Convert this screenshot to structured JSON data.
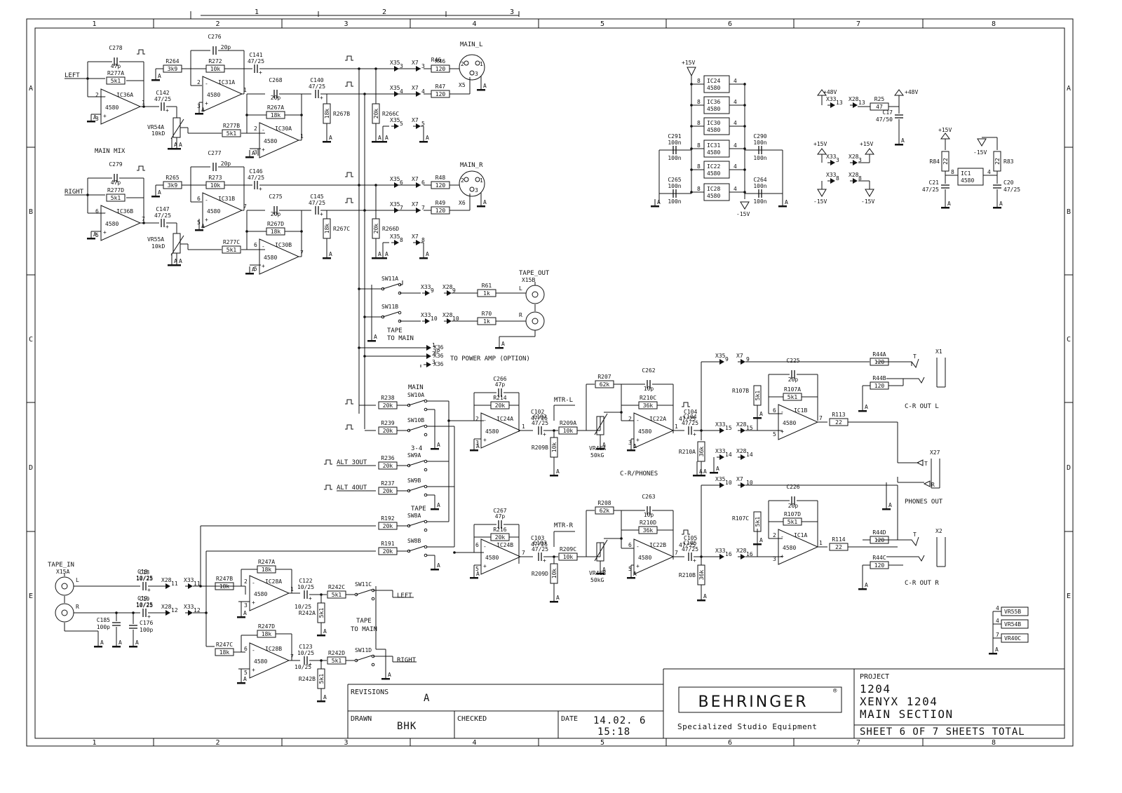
{
  "grid": {
    "columns": [
      "1",
      "2",
      "3",
      "4",
      "5",
      "6",
      "7",
      "8"
    ],
    "rows": [
      "A",
      "B",
      "C",
      "D",
      "E"
    ],
    "top_tabs": [
      "1",
      "2",
      "3"
    ]
  },
  "section_labels": {
    "main_mix": "MAIN MIX",
    "cr_phones": "C-R/PHONES",
    "tape_to_main_top": "TAPE\nTO MAIN",
    "tape_to_main_bottom": "TAPE\nTO MAIN",
    "power_amp": "TO POWER AMP (OPTION)",
    "phones_out": "PHONES OUT",
    "cr_out_l": "C-R OUT L",
    "cr_out_r": "C-R OUT R"
  },
  "nets": {
    "left": "LEFT",
    "right": "RIGHT",
    "main_l": "MAIN_L",
    "main_r": "MAIN_R",
    "tape_out": "TAPE_OUT",
    "tape_in": "TAPE_IN",
    "alt_3out": "ALT_3OUT",
    "alt_4out": "ALT_4OUT",
    "mtr_l": "MTR-L",
    "mtr_r": "MTR-R",
    "left_out": "LEFT",
    "right_out": "RIGHT",
    "sw_main": "MAIN",
    "sw_34": "3-4",
    "sw_tape": "TAPE"
  },
  "components": {
    "C278": [
      "C278",
      "47p"
    ],
    "R277A": [
      "R277A",
      "5k1"
    ],
    "IC36A": [
      "IC36A",
      "4580"
    ],
    "R264": [
      "R264",
      "3k9"
    ],
    "C276": [
      "C276",
      "20p"
    ],
    "R272": [
      "R272",
      "10k"
    ],
    "IC31A": [
      "IC31A",
      "4580"
    ],
    "C141": [
      "C141",
      "47/25"
    ],
    "C142": [
      "C142",
      "47/25"
    ],
    "VR54A": [
      "VR54A",
      "10kD"
    ],
    "R277B": [
      "R277B",
      "5k1"
    ],
    "C268": [
      "C268",
      "20p"
    ],
    "R267A": [
      "R267A",
      "18k"
    ],
    "IC30A": [
      "IC30A",
      "4580"
    ],
    "C140": [
      "C140",
      "47/25"
    ],
    "R267B": [
      "R267B",
      "18k"
    ],
    "R266C": [
      "R266C",
      "20k"
    ],
    "R46": [
      "R46",
      "120"
    ],
    "R47": [
      "R47",
      "120"
    ],
    "X5": [
      "X5",
      ""
    ],
    "C279": [
      "C279",
      "47p"
    ],
    "R277D": [
      "R277D",
      "5k1"
    ],
    "IC36B": [
      "IC36B",
      "4580"
    ],
    "R265": [
      "R265",
      "3k9"
    ],
    "C277": [
      "C277",
      "20p"
    ],
    "R273": [
      "R273",
      "10k"
    ],
    "IC31B": [
      "IC31B",
      "4580"
    ],
    "C146": [
      "C146",
      "47/25"
    ],
    "C147": [
      "C147",
      "47/25"
    ],
    "VR55A": [
      "VR55A",
      "10kD"
    ],
    "R277C": [
      "R277C",
      "5k1"
    ],
    "C275": [
      "C275",
      "20p"
    ],
    "R267D": [
      "R267D",
      "18k"
    ],
    "IC30B": [
      "IC30B",
      "4580"
    ],
    "C145": [
      "C145",
      "47/25"
    ],
    "R267C": [
      "R267C",
      "18k"
    ],
    "R266D": [
      "R266D",
      "20k"
    ],
    "R48": [
      "R48",
      "120"
    ],
    "R49": [
      "R49",
      "120"
    ],
    "X6": [
      "X6",
      ""
    ],
    "SW11A": [
      "SW11A",
      ""
    ],
    "SW11B": [
      "SW11B",
      ""
    ],
    "R61": [
      "R61",
      "1k"
    ],
    "R70": [
      "R70",
      "1k"
    ],
    "X15B": [
      "X15B",
      ""
    ],
    "R238": [
      "R238",
      "20k"
    ],
    "R239": [
      "R239",
      "20k"
    ],
    "SW10A": [
      "SW10A",
      ""
    ],
    "SW10B": [
      "SW10B",
      ""
    ],
    "R236": [
      "R236",
      "20k"
    ],
    "R237": [
      "R237",
      "20k"
    ],
    "SW9A": [
      "SW9A",
      ""
    ],
    "SW9B": [
      "SW9B",
      ""
    ],
    "R192": [
      "R192",
      "20k"
    ],
    "R191": [
      "R191",
      "20k"
    ],
    "SW8A": [
      "SW8A",
      ""
    ],
    "SW8B": [
      "SW8B",
      ""
    ],
    "C266": [
      "C266",
      "47p"
    ],
    "R214": [
      "R214",
      "20k"
    ],
    "IC24A": [
      "IC24A",
      "4580"
    ],
    "C102": [
      "C102",
      "47/25"
    ],
    "R209A": [
      "R209A",
      "10k"
    ],
    "R209B": [
      "R209B",
      "10k"
    ],
    "R207": [
      "R207",
      "62k"
    ],
    "VR40A": [
      "VR40A",
      "50kG"
    ],
    "C262": [
      "C262",
      "10p"
    ],
    "R210C": [
      "R210C",
      "36k"
    ],
    "IC22A": [
      "IC22A",
      "4580"
    ],
    "C104": [
      "C104",
      "47/25"
    ],
    "R210A": [
      "R210A",
      "36k"
    ],
    "C267": [
      "C267",
      "47p"
    ],
    "R216": [
      "R216",
      "20k"
    ],
    "IC24B": [
      "IC24B",
      "4580"
    ],
    "C103": [
      "C103",
      "47/25"
    ],
    "R209C": [
      "R209C",
      "10k"
    ],
    "R209D": [
      "R209D",
      "10k"
    ],
    "R208": [
      "R208",
      "62k"
    ],
    "VR40B": [
      "VR40B",
      "50kG"
    ],
    "C263": [
      "C263",
      "10p"
    ],
    "R210D": [
      "R210D",
      "36k"
    ],
    "IC22B": [
      "IC22B",
      "4580"
    ],
    "C105": [
      "C105",
      "47/25"
    ],
    "R210B": [
      "R210B",
      "36k"
    ],
    "C225": [
      "C225",
      "20p"
    ],
    "R107A": [
      "R107A",
      "5k1"
    ],
    "R107B": [
      "R107B",
      "5k1"
    ],
    "IC1B": [
      "IC1B",
      "4580"
    ],
    "R113": [
      "R113",
      "22"
    ],
    "C226": [
      "C226",
      "20p"
    ],
    "R107D": [
      "R107D",
      "5k1"
    ],
    "R107C": [
      "R107C",
      "5k1"
    ],
    "IC1A": [
      "IC1A",
      "4580"
    ],
    "R114": [
      "R114",
      "22"
    ],
    "R44A": [
      "R44A",
      "120"
    ],
    "R44B": [
      "R44B",
      "120"
    ],
    "R44D": [
      "R44D",
      "120"
    ],
    "R44C": [
      "R44C",
      "120"
    ],
    "X1": [
      "X1",
      ""
    ],
    "X2": [
      "X2",
      ""
    ],
    "X27": [
      "X27",
      ""
    ],
    "X15A": [
      "X15A",
      ""
    ],
    "C18": [
      "C18",
      "10/25"
    ],
    "C19": [
      "C19",
      "10/25"
    ],
    "C185": [
      "C185",
      "100p"
    ],
    "C176": [
      "C176",
      "100p"
    ],
    "R247A": [
      "R247A",
      "18k"
    ],
    "R247B": [
      "R247B",
      "18k"
    ],
    "IC28A": [
      "IC28A",
      "4580"
    ],
    "C122": [
      "C122",
      "10/25"
    ],
    "R242C": [
      "R242C",
      "5k1"
    ],
    "R242A": [
      "R242A",
      "5k1"
    ],
    "SW11C": [
      "SW11C",
      ""
    ],
    "R247D": [
      "R247D",
      "18k"
    ],
    "R247C": [
      "R247C",
      "18k"
    ],
    "IC28B": [
      "IC28B",
      "4580"
    ],
    "C123": [
      "C123",
      "10/25"
    ],
    "R242D": [
      "R242D",
      "5k1"
    ],
    "R242B": [
      "R242B",
      "5k1"
    ],
    "SW11D": [
      "SW11D",
      ""
    ],
    "C291": [
      "C291",
      "100n"
    ],
    "C290": [
      "C290",
      "100n"
    ],
    "C265": [
      "C265",
      "100n"
    ],
    "C264": [
      "C264",
      "100n"
    ],
    "R25": [
      "R25",
      "47"
    ],
    "C17": [
      "C17",
      "47/50"
    ],
    "R84": [
      "R84",
      "22"
    ],
    "R83": [
      "R83",
      "22"
    ],
    "C21": [
      "C21",
      "47/25"
    ],
    "C20": [
      "C20",
      "47/25"
    ],
    "IC1": [
      "IC1",
      "4580"
    ]
  },
  "power_ics": [
    "IC24",
    "IC36",
    "IC30",
    "IC31",
    "IC22",
    "IC28"
  ],
  "power_ic_part": "4580",
  "rails": {
    "p15": "+15V",
    "n15": "-15V",
    "p48": "+48V"
  },
  "vr_refs": [
    "VR55B",
    "VR54B",
    "VR40C"
  ],
  "title_block": {
    "revisions_label": "REVISIONS",
    "revision": "A",
    "drawn_label": "DRAWN",
    "drawn_by": "BHK",
    "checked_label": "CHECKED",
    "date_label": "DATE",
    "date": "14.02. 6",
    "time": "15:18",
    "brand": "BEHRINGER",
    "brand_mark": "®",
    "tagline": "Specialized Studio Equipment",
    "project_label": "PROJECT",
    "project_number": "1204",
    "project_name": "XENYX 1204",
    "section_name": "MAIN SECTION",
    "sheet_text": "SHEET 6  OF 7  SHEETS TOTAL"
  }
}
